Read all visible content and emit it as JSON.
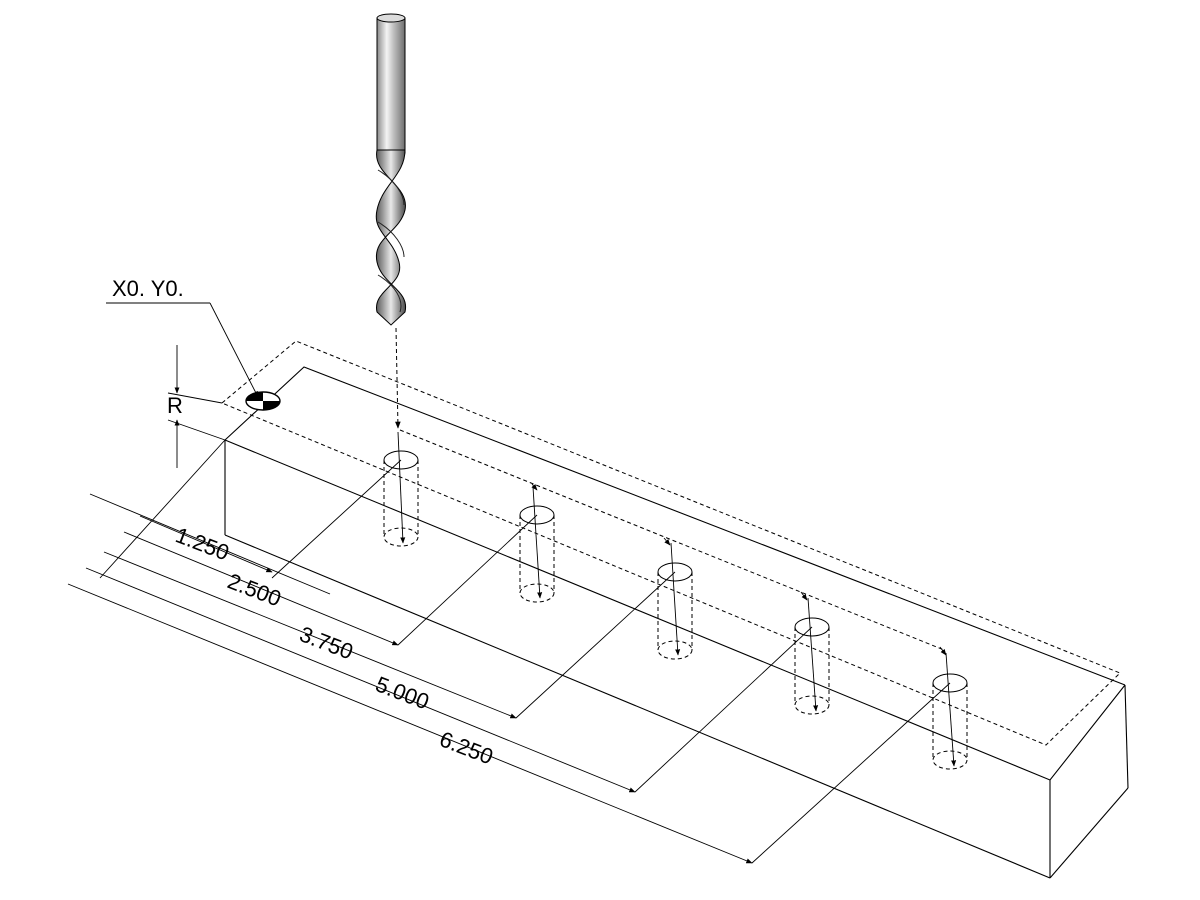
{
  "origin_label": "X0. Y0.",
  "r_label": "R",
  "dimensions": [
    "1.250",
    "2.500",
    "3.750",
    "5.000",
    "6.250"
  ],
  "icons": {
    "tool": "drill-bit-icon",
    "origin": "work-origin-marker-icon"
  }
}
